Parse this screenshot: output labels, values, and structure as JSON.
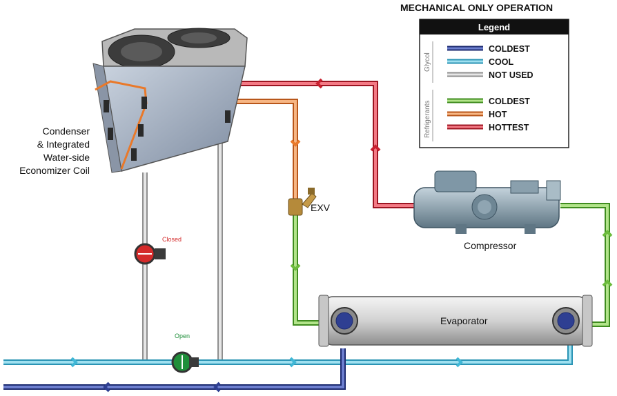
{
  "title": "MECHANICAL ONLY OPERATION",
  "legend": {
    "heading": "Legend",
    "glycol_label": "Glycol",
    "glycol": [
      {
        "label": "COLDEST",
        "color": "#2e3f92"
      },
      {
        "label": "COOL",
        "color": "#3fb7d6"
      },
      {
        "label": "NOT USED",
        "color": "#9a9a9a"
      }
    ],
    "refrigerant_label": "Refrigerants",
    "refrigerants": [
      {
        "label": "COLDEST",
        "color": "#6cbb3c"
      },
      {
        "label": "HOT",
        "color": "#e9792a"
      },
      {
        "label": "HOTTEST",
        "color": "#c8202f"
      }
    ]
  },
  "components": {
    "condenser": [
      "Condenser",
      "& Integrated",
      "Water-side",
      "Economizer Coil"
    ],
    "exv": "EXV",
    "compressor": "Compressor",
    "evaporator": "Evaporator",
    "valve_closed": "Closed",
    "valve_open": "Open"
  },
  "colors": {
    "glycol_coldest": "#2e3f92",
    "glycol_cool": "#3fb7d6",
    "not_used": "#b5b5b5",
    "ref_coldest": "#6cbb3c",
    "ref_hot": "#e9792a",
    "ref_hottest": "#c8202f",
    "closed_valve": "#d42a2a",
    "open_valve": "#1f8f3a"
  }
}
